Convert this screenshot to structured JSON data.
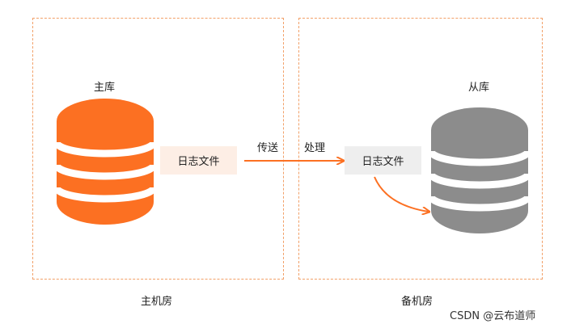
{
  "primary": {
    "db_label": "主库",
    "room_label": "主机房",
    "log_label": "日志文件",
    "db_color": "#fc7022",
    "db_stripe_color": "#ffffff",
    "log_bg": "#fdeee5"
  },
  "standby": {
    "db_label": "从库",
    "room_label": "备机房",
    "log_label": "日志文件",
    "db_color": "#8c8c8c",
    "db_stripe_color": "#ffffff",
    "log_bg": "#eeeeee"
  },
  "transfer": {
    "send_label": "传送",
    "process_label": "处理",
    "arrow_color": "#fc7022"
  },
  "border_color": "#f2a068",
  "watermark": "CSDN @云布道师"
}
